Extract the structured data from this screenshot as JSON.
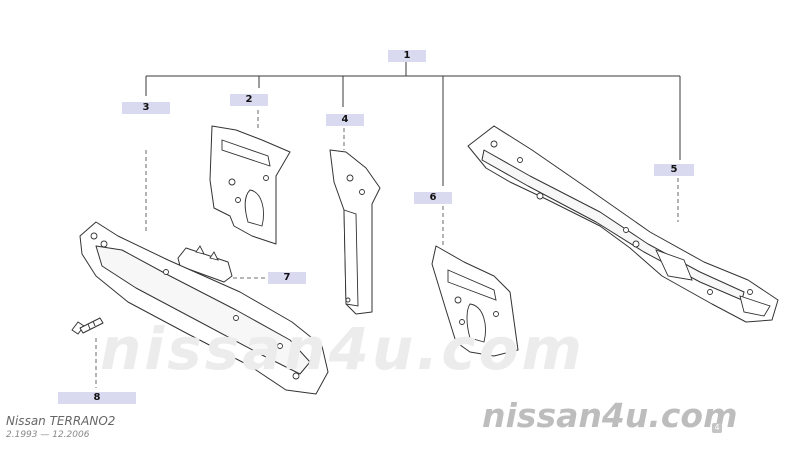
{
  "callouts": [
    "1",
    "2",
    "3",
    "4",
    "5",
    "6",
    "7",
    "8"
  ],
  "watermark": {
    "center": "nissan4u.com",
    "bottom": "nissan4u.com",
    "badge": "4"
  },
  "model": "Nissan  TERRANO2",
  "years": "2.1993  —  12.2006"
}
